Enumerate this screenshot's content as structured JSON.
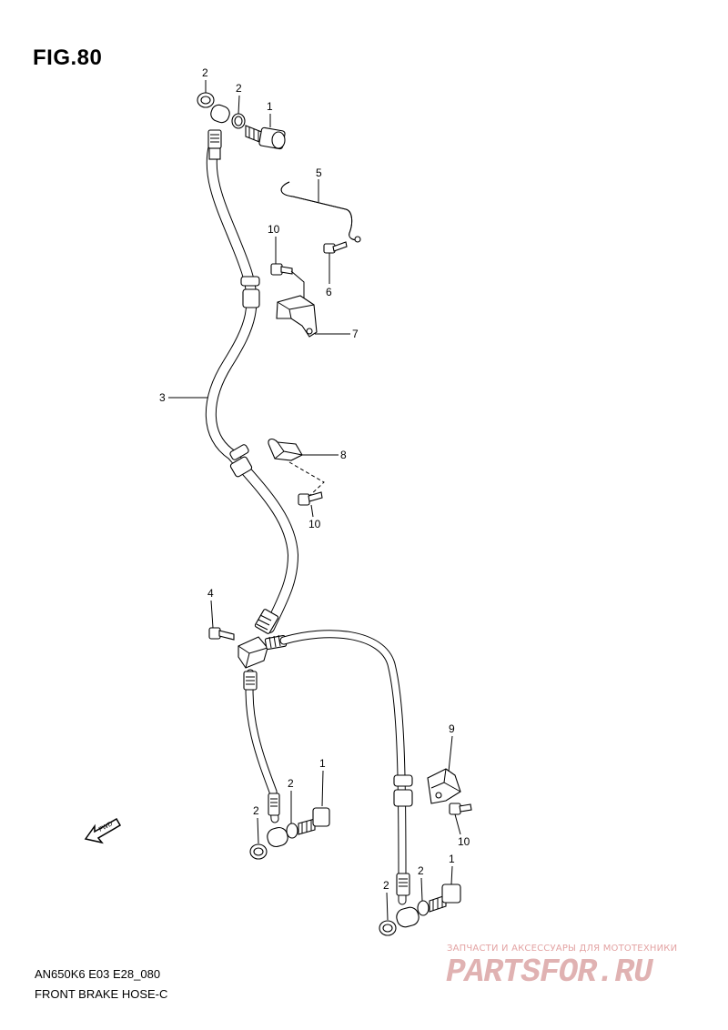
{
  "figure": {
    "title": "FIG.80",
    "model_code": "AN650K6 E03 E28_080",
    "name": "FRONT BRAKE HOSE-C"
  },
  "callouts": [
    {
      "id": "c1",
      "text": "2"
    },
    {
      "id": "c2",
      "text": "2"
    },
    {
      "id": "c3",
      "text": "1"
    },
    {
      "id": "c4",
      "text": "5"
    },
    {
      "id": "c5",
      "text": "10"
    },
    {
      "id": "c6",
      "text": "6"
    },
    {
      "id": "c7",
      "text": "7"
    },
    {
      "id": "c8",
      "text": "3"
    },
    {
      "id": "c9",
      "text": "8"
    },
    {
      "id": "c10",
      "text": "10"
    },
    {
      "id": "c11",
      "text": "4"
    },
    {
      "id": "c12",
      "text": "1"
    },
    {
      "id": "c13",
      "text": "2"
    },
    {
      "id": "c14",
      "text": "2"
    },
    {
      "id": "c15",
      "text": "9"
    },
    {
      "id": "c16",
      "text": "10"
    },
    {
      "id": "c17",
      "text": "1"
    },
    {
      "id": "c18",
      "text": "2"
    },
    {
      "id": "c19",
      "text": "2"
    }
  ],
  "direction_arrow": {
    "label": "FWD",
    "icon": "forward-arrow-icon"
  },
  "watermark": {
    "tagline": "ЗАПЧАСТИ И АКСЕССУАРЫ ДЛЯ МОТОТЕХНИКИ",
    "brand": "PARTSFOR.RU",
    "color": "#e0b2b2"
  }
}
